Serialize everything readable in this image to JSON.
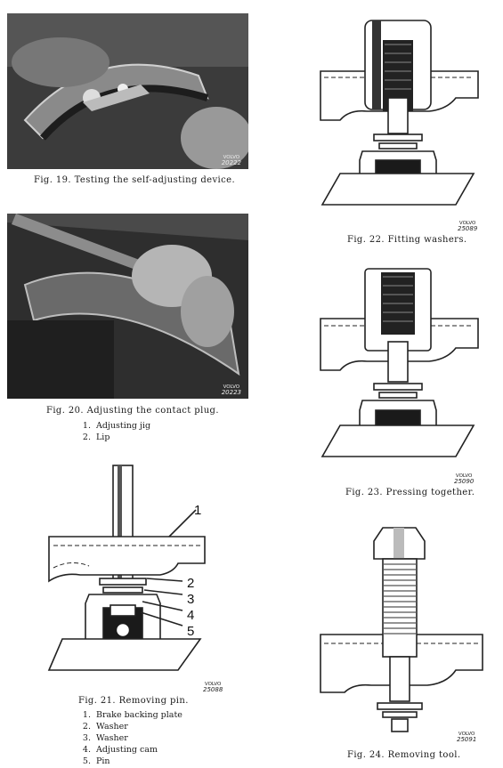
{
  "fig19": {
    "caption": "Fig. 19. Testing the self-adjusting device.",
    "stamp_brand": "VOLVO",
    "stamp_number": "20222"
  },
  "fig20": {
    "caption": "Fig. 20. Adjusting the contact plug.",
    "stamp_brand": "VOLVO",
    "stamp_number": "20223",
    "legend": [
      {
        "num": "1.",
        "label": "Adjusting jig"
      },
      {
        "num": "2.",
        "label": "Lip"
      }
    ]
  },
  "fig21": {
    "caption": "Fig. 21. Removing pin.",
    "stamp_brand": "VOLVO",
    "stamp_number": "25088",
    "callouts": [
      "1",
      "2",
      "3",
      "4",
      "5"
    ],
    "legend": [
      {
        "num": "1.",
        "label": "Brake backing plate"
      },
      {
        "num": "2.",
        "label": "Washer"
      },
      {
        "num": "3.",
        "label": "Washer"
      },
      {
        "num": "4.",
        "label": "Adjusting cam"
      },
      {
        "num": "5.",
        "label": "Pin"
      }
    ]
  },
  "fig22": {
    "caption": "Fig. 22. Fitting washers.",
    "stamp_brand": "VOLVO",
    "stamp_number": "25089"
  },
  "fig23": {
    "caption": "Fig. 23. Pressing together.",
    "stamp_brand": "VOLVO",
    "stamp_number": "25090"
  },
  "fig24": {
    "caption": "Fig. 24. Removing tool.",
    "stamp_brand": "VOLVO",
    "stamp_number": "25091"
  }
}
